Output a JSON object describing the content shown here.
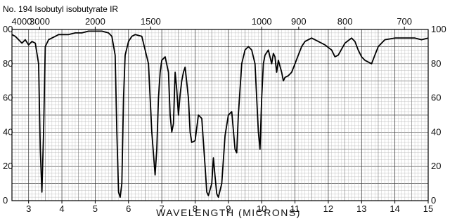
{
  "chart_data": {
    "type": "line",
    "title": "No. 194 Isobutyl isobutyrate IR",
    "xlabel": "WAVELENGTH (MICRONS)",
    "ylabel": "",
    "xlim": [
      2.5,
      15
    ],
    "ylim": [
      0,
      100
    ],
    "grid": true,
    "x_ticks": [
      {
        "value": 3,
        "label": "3"
      },
      {
        "value": 4,
        "label": "4"
      },
      {
        "value": 5,
        "label": "5"
      },
      {
        "value": 6,
        "label": "6"
      },
      {
        "value": 7,
        "label": "7"
      },
      {
        "value": 8,
        "label": "8"
      },
      {
        "value": 9,
        "label": "9"
      },
      {
        "value": 10,
        "label": "10"
      },
      {
        "value": 11,
        "label": "11"
      },
      {
        "value": 12,
        "label": "12"
      },
      {
        "value": 13,
        "label": "13"
      },
      {
        "value": 14,
        "label": "14"
      },
      {
        "value": 15,
        "label": "15"
      }
    ],
    "top_ticks": [
      {
        "wavenumber": 4000,
        "label": "4000"
      },
      {
        "wavenumber": 3000,
        "label": "3000"
      },
      {
        "wavenumber": 2000,
        "label": "2000"
      },
      {
        "wavenumber": 1500,
        "label": "1500"
      },
      {
        "wavenumber": 1000,
        "label": "1000"
      },
      {
        "wavenumber": 900,
        "label": "900"
      },
      {
        "wavenumber": 800,
        "label": "800"
      },
      {
        "wavenumber": 700,
        "label": "700"
      }
    ],
    "left_ticks": [
      {
        "value": 100,
        "label": "00"
      },
      {
        "value": 80,
        "label": "80"
      },
      {
        "value": 60,
        "label": "60"
      },
      {
        "value": 40,
        "label": "40"
      },
      {
        "value": 20,
        "label": "20"
      },
      {
        "value": 0,
        "label": "0"
      }
    ],
    "right_ticks": [
      {
        "value": 100,
        "label": "100"
      },
      {
        "value": 80,
        "label": "80"
      },
      {
        "value": 60,
        "label": "60"
      },
      {
        "value": 40,
        "label": "40"
      },
      {
        "value": 20,
        "label": "20"
      },
      {
        "value": 0,
        "label": "0"
      }
    ],
    "series": [
      {
        "x": [
          2.5,
          2.6,
          2.7,
          2.8,
          2.9,
          3.0,
          3.1,
          3.2,
          3.3,
          3.35,
          3.4,
          3.45,
          3.5,
          3.6,
          3.7,
          3.8,
          3.9,
          4.0,
          4.2,
          4.4,
          4.6,
          4.8,
          5.0,
          5.2,
          5.4,
          5.5,
          5.6,
          5.65,
          5.7,
          5.75,
          5.8,
          5.85,
          5.9,
          6.0,
          6.1,
          6.2,
          6.4,
          6.6,
          6.7,
          6.8,
          6.85,
          6.9,
          6.95,
          7.0,
          7.1,
          7.2,
          7.25,
          7.3,
          7.35,
          7.4,
          7.45,
          7.5,
          7.55,
          7.6,
          7.65,
          7.7,
          7.8,
          7.85,
          7.9,
          8.0,
          8.1,
          8.2,
          8.3,
          8.35,
          8.4,
          8.5,
          8.55,
          8.6,
          8.65,
          8.7,
          8.8,
          8.9,
          9.0,
          9.1,
          9.2,
          9.25,
          9.3,
          9.4,
          9.5,
          9.6,
          9.7,
          9.8,
          9.9,
          9.95,
          10.0,
          10.05,
          10.1,
          10.2,
          10.3,
          10.35,
          10.4,
          10.45,
          10.5,
          10.6,
          10.65,
          10.7,
          10.8,
          10.9,
          11.0,
          11.1,
          11.2,
          11.3,
          11.5,
          11.7,
          11.9,
          12.1,
          12.2,
          12.3,
          12.5,
          12.7,
          12.8,
          12.9,
          13.0,
          13.1,
          13.2,
          13.3,
          13.4,
          13.5,
          13.7,
          14.0,
          14.3,
          14.6,
          14.8,
          15.0
        ],
        "y": [
          97,
          96,
          94,
          92,
          94,
          91,
          93,
          92,
          80,
          30,
          5,
          40,
          90,
          94,
          95,
          96,
          97,
          97,
          97,
          98,
          98,
          99,
          99,
          99,
          98,
          96,
          85,
          40,
          5,
          2,
          10,
          60,
          85,
          93,
          96,
          97,
          96,
          80,
          40,
          15,
          30,
          60,
          75,
          82,
          84,
          75,
          50,
          40,
          45,
          75,
          65,
          50,
          62,
          70,
          75,
          78,
          60,
          40,
          34,
          35,
          50,
          48,
          20,
          5,
          3,
          10,
          25,
          14,
          4,
          2,
          10,
          38,
          50,
          52,
          30,
          28,
          50,
          80,
          88,
          90,
          88,
          80,
          40,
          30,
          60,
          80,
          85,
          88,
          80,
          86,
          84,
          75,
          82,
          75,
          70,
          72,
          73,
          75,
          80,
          85,
          90,
          93,
          95,
          93,
          91,
          88,
          84,
          85,
          92,
          95,
          93,
          88,
          84,
          82,
          81,
          80,
          85,
          90,
          94,
          95,
          95,
          95,
          94,
          95
        ]
      }
    ]
  }
}
